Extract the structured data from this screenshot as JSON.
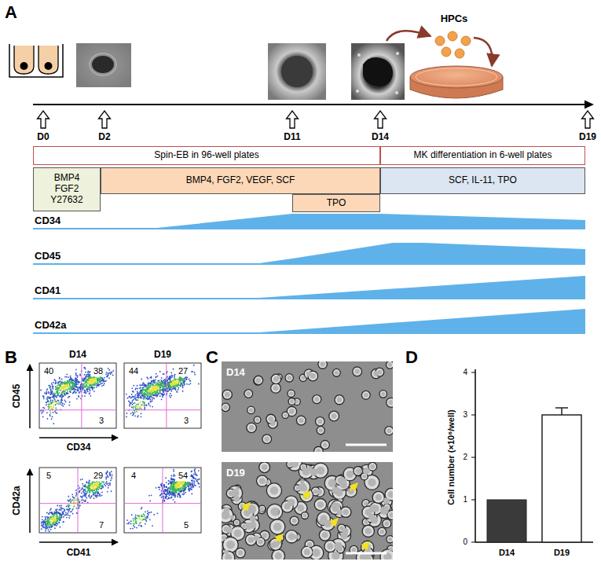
{
  "diagram": {
    "nodes": [
      {
        "text": [
          "Spin-EB in 96-well plates"
        ]
      },
      {
        "text": [
          "MK differentiation in 6-well plates"
        ]
      },
      {
        "text": [
          "BMP4 FGF2 Y27632"
        ]
      },
      {
        "text": [
          "BMP4, FGF2, VEGF, SCF"
        ]
      },
      {
        "text": [
          "TPO"
        ]
      },
      {
        "text": [
          "SCF, IL-11, TPO"
        ]
      }
    ],
    "labels": [
      "A",
      "HPCs",
      "D0",
      "D2",
      "D11",
      "D14",
      "D19",
      "CD34",
      "CD45",
      "CD41",
      "CD42a",
      "B",
      "D14",
      "D19",
      "CD45",
      "40",
      "38",
      "3",
      "44",
      "27",
      "3",
      "CD34",
      "CD42a",
      "5",
      "29",
      "7",
      "4",
      "54",
      "5",
      "CD41",
      "C",
      "D14",
      "D19",
      "D",
      "Cell number (×10⁶/well)",
      "4",
      "3",
      "2",
      "1",
      "0",
      "D14",
      "D19"
    ]
  }
}
